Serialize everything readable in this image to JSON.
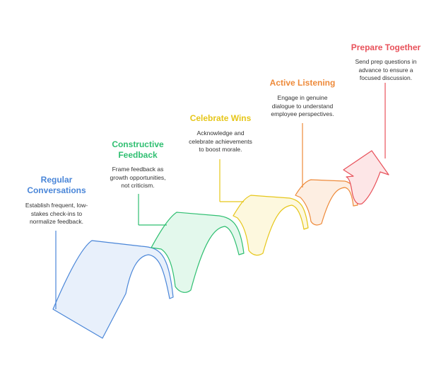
{
  "steps": [
    {
      "title": "Regular\nConversations",
      "description": "Establish frequent, low-\nstakes check-ins to\nnormalize feedback.",
      "color": "#4a86d8",
      "fill": "#e8f0fb"
    },
    {
      "title": "Constructive\nFeedback",
      "description": "Frame feedback as\ngrowth opportunities,\nnot criticism.",
      "color": "#2fbf71",
      "fill": "#e3f8ec"
    },
    {
      "title": "Celebrate Wins",
      "description": "Acknowledge and\ncelebrate achievements\nto boost morale.",
      "color": "#e6c619",
      "fill": "#fdf8de"
    },
    {
      "title": "Active Listening",
      "description": "Engage in genuine\ndialogue to understand\nemployee perspectives.",
      "color": "#ee8a3a",
      "fill": "#fdeee2"
    },
    {
      "title": "Prepare Together",
      "description": "Send prep questions in\nadvance to ensure a\nfocused discussion.",
      "color": "#e8515a",
      "fill": "#fde6e7"
    }
  ]
}
